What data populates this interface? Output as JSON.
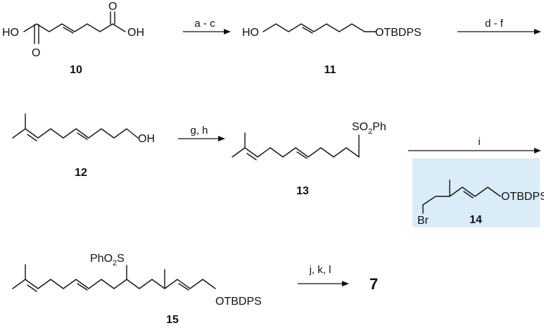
{
  "compounds": {
    "c10": {
      "label": "10",
      "ho_left": "HO",
      "oh_right": "OH",
      "o_top": "O",
      "o_bottom": "O"
    },
    "c11": {
      "label": "11",
      "ho": "HO",
      "otbdps": "OTBDPS"
    },
    "c12": {
      "label": "12",
      "oh": "OH"
    },
    "c13": {
      "label": "13",
      "so2ph_a": "SO",
      "so2ph_sub": "2",
      "so2ph_b": "Ph"
    },
    "c14": {
      "label": "14",
      "br": "Br",
      "otbdps": "OTBDPS",
      "highlight_color": "#d9ecf8"
    },
    "c15": {
      "label": "15",
      "pho2s_a": "PhO",
      "pho2s_sub": "2",
      "pho2s_b": "S",
      "otbdps": "OTBDPS"
    },
    "c7": {
      "label": "7"
    }
  },
  "steps": [
    {
      "conditions": "a - c"
    },
    {
      "conditions": "d - f"
    },
    {
      "conditions": "g, h"
    },
    {
      "conditions": "i"
    },
    {
      "conditions": "j, k, l"
    }
  ]
}
